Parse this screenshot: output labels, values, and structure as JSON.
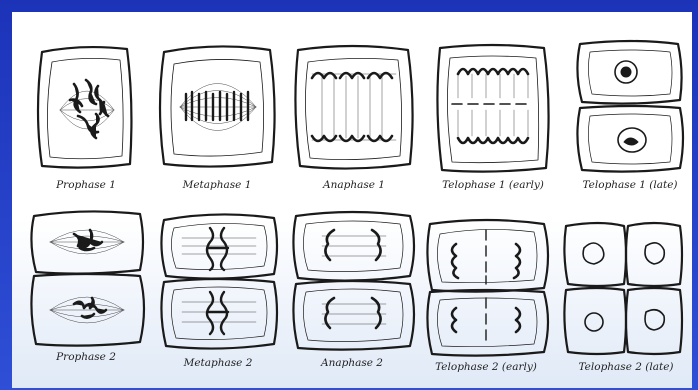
{
  "stages_row1": [
    {
      "label": "Prophase 1"
    },
    {
      "label": "Metaphase 1"
    },
    {
      "label": "Anaphase 1"
    },
    {
      "label": "Telophase 1 (early)"
    },
    {
      "label": "Telophase 1 (late)"
    }
  ],
  "stages_row2": [
    {
      "label": "Prophase 2"
    },
    {
      "label": "Metaphase 2"
    },
    {
      "label": "Anaphase 2"
    },
    {
      "label": "Telophase 2 (early)"
    },
    {
      "label": "Telophase 2 (late)"
    }
  ],
  "colors": {
    "frame": "#2440c8",
    "ink": "#1a1a1a",
    "paper": "#ffffff"
  }
}
